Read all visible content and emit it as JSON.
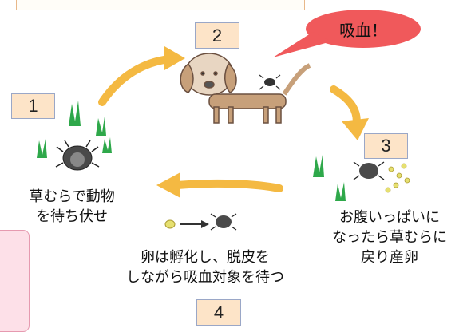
{
  "speech_bubble": {
    "text": "吸血！",
    "color": "#f0595b"
  },
  "steps": [
    {
      "number": "1",
      "caption_lines": [
        "草むらで動物",
        "を待ち伏せ"
      ]
    },
    {
      "number": "2",
      "caption_lines": []
    },
    {
      "number": "3",
      "caption_lines": [
        "お腹いっぱいに",
        "なったら草むらに",
        "戻り産卵"
      ]
    },
    {
      "number": "4",
      "caption_lines": [
        "卵は孵化し、脱皮を",
        "しながら吸血対象を待つ"
      ]
    }
  ],
  "colors": {
    "arrow": "#f4b942",
    "number_box": "#fde4c8",
    "grass": "#2ea84a",
    "dog": "#c7a07a",
    "pink_panel": "#fde0e8"
  }
}
